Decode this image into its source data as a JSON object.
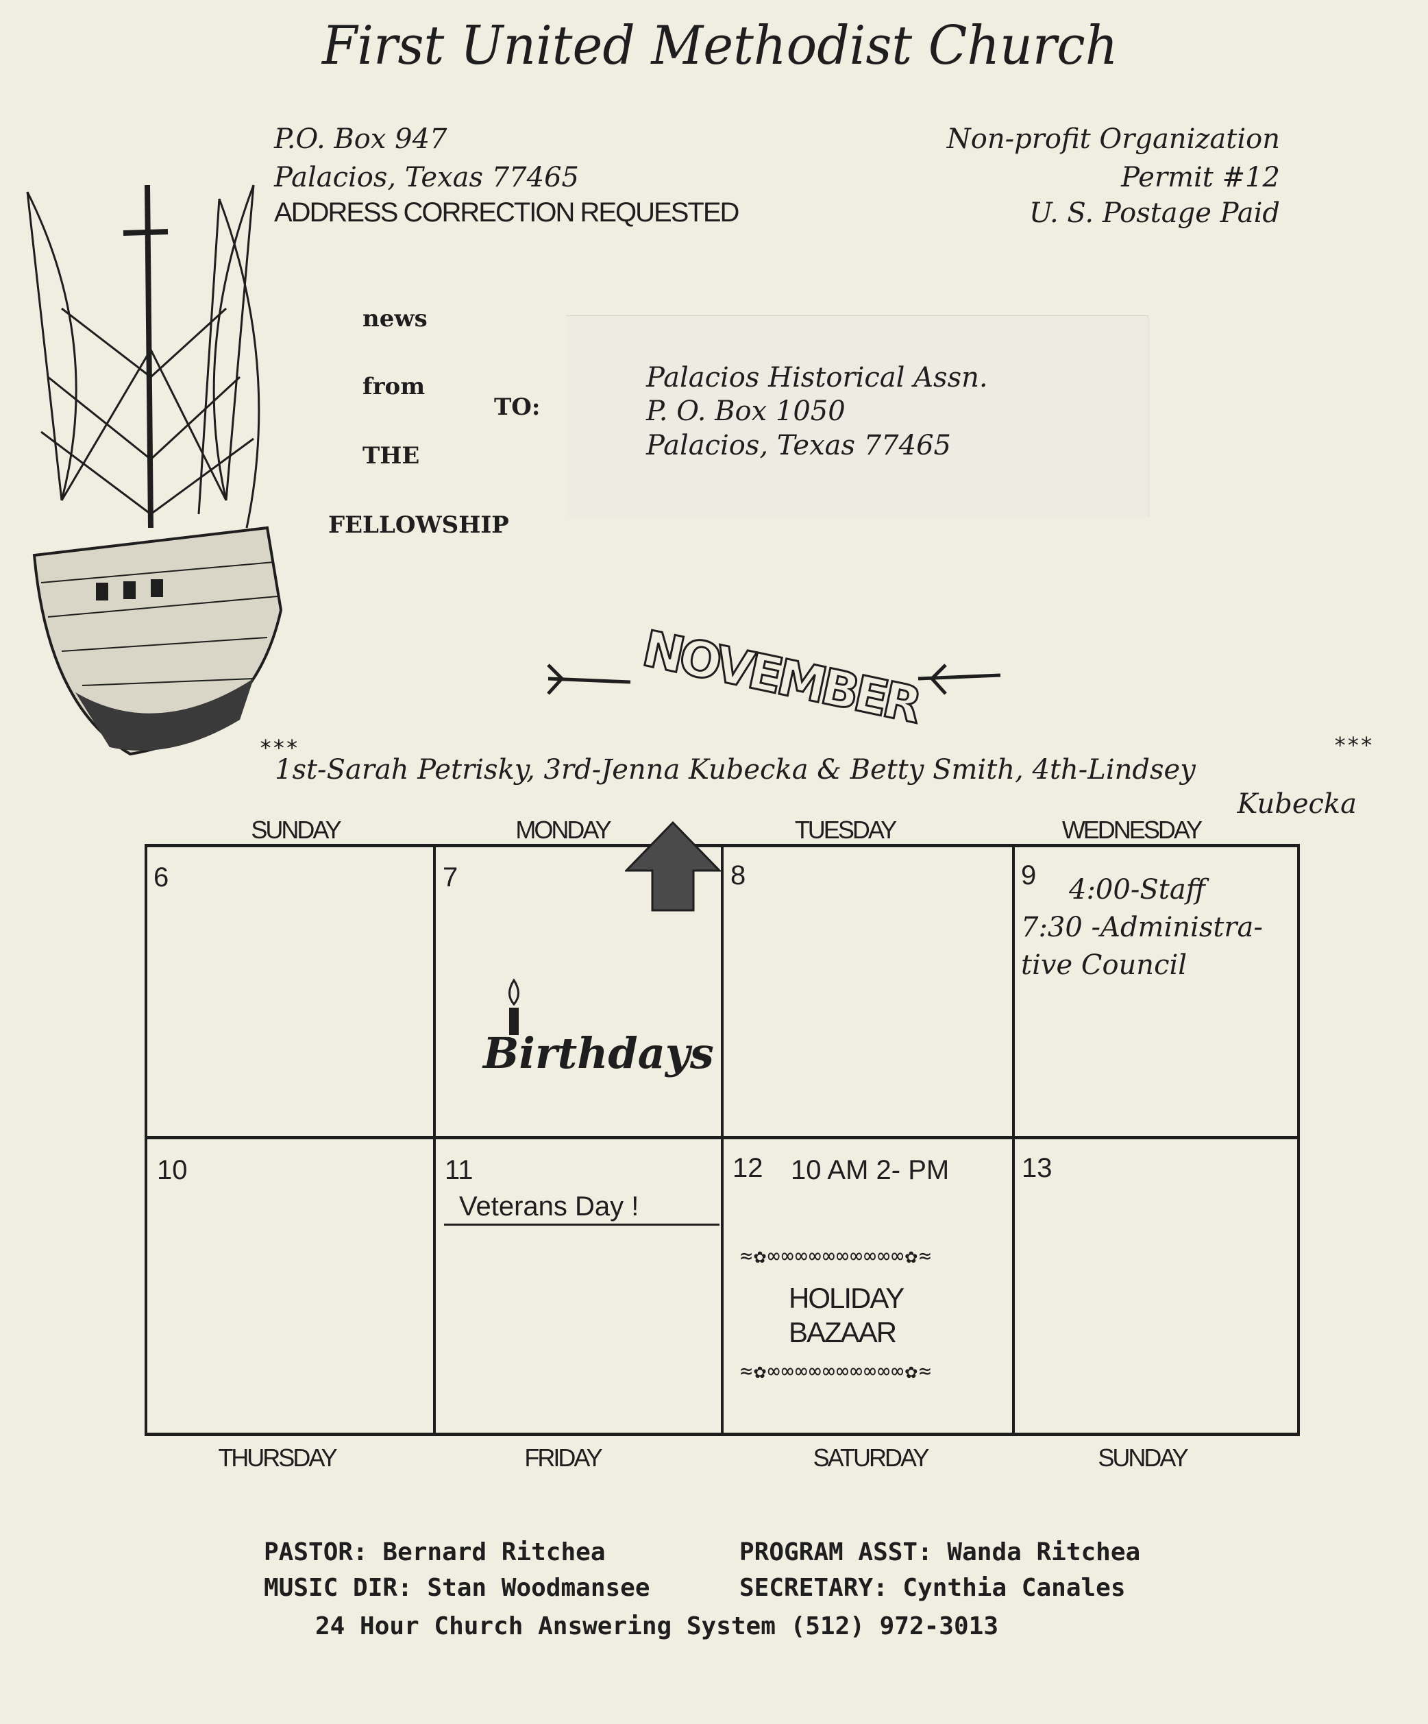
{
  "header": {
    "title": "First United Methodist Church"
  },
  "return_address": {
    "line1": "P.O. Box 947",
    "line2": "Palacios, Texas 77465",
    "line3": "ADDRESS CORRECTION REQUESTED"
  },
  "postage": {
    "line1": "Non-profit Organization",
    "line2": "Permit #12",
    "line3": "U. S. Postage Paid"
  },
  "masthead": {
    "news": "news",
    "from": "from",
    "the": "THE",
    "fellowship": "FELLOWSHIP",
    "to": "TO:"
  },
  "recipient": {
    "line1": "Palacios Historical Assn.",
    "line2": "P. O. Box 1050",
    "line3": "Palacios, Texas  77465"
  },
  "month_banner": "NOVEMBER",
  "birthdays": {
    "stars_left": "***",
    "stars_right": "***",
    "line1": "1st-Sarah Petrisky, 3rd-Jenna Kubecka & Betty Smith, 4th-Lindsey",
    "line2": "Kubecka",
    "label": "Birthdays"
  },
  "calendar": {
    "top_days": [
      "SUNDAY",
      "MONDAY",
      "TUESDAY",
      "WEDNESDAY"
    ],
    "bottom_days": [
      "THURSDAY",
      "FRIDAY",
      "SATURDAY",
      "SUNDAY"
    ],
    "row1": [
      {
        "day": "6",
        "events": []
      },
      {
        "day": "7",
        "events": []
      },
      {
        "day": "8",
        "events": []
      },
      {
        "day": "9",
        "events": [
          "4:00-Staff",
          "7:30 -Administra-",
          "tive Council"
        ]
      }
    ],
    "row2": [
      {
        "day": "10",
        "events": []
      },
      {
        "day": "11",
        "events": [
          "Veterans Day !"
        ]
      },
      {
        "day": "12",
        "events": [
          "10 AM 2- PM",
          "HOLIDAY",
          "BAZAAR"
        ]
      },
      {
        "day": "13",
        "events": []
      }
    ]
  },
  "footer": {
    "pastor": "PASTOR: Bernard Ritchea",
    "program_asst": "PROGRAM ASST: Wanda Ritchea",
    "music_dir": "MUSIC DIR: Stan Woodmansee",
    "secretary": "SECRETARY: Cynthia Canales",
    "phone_line": "24 Hour Church Answering System (512) 972-3013"
  }
}
